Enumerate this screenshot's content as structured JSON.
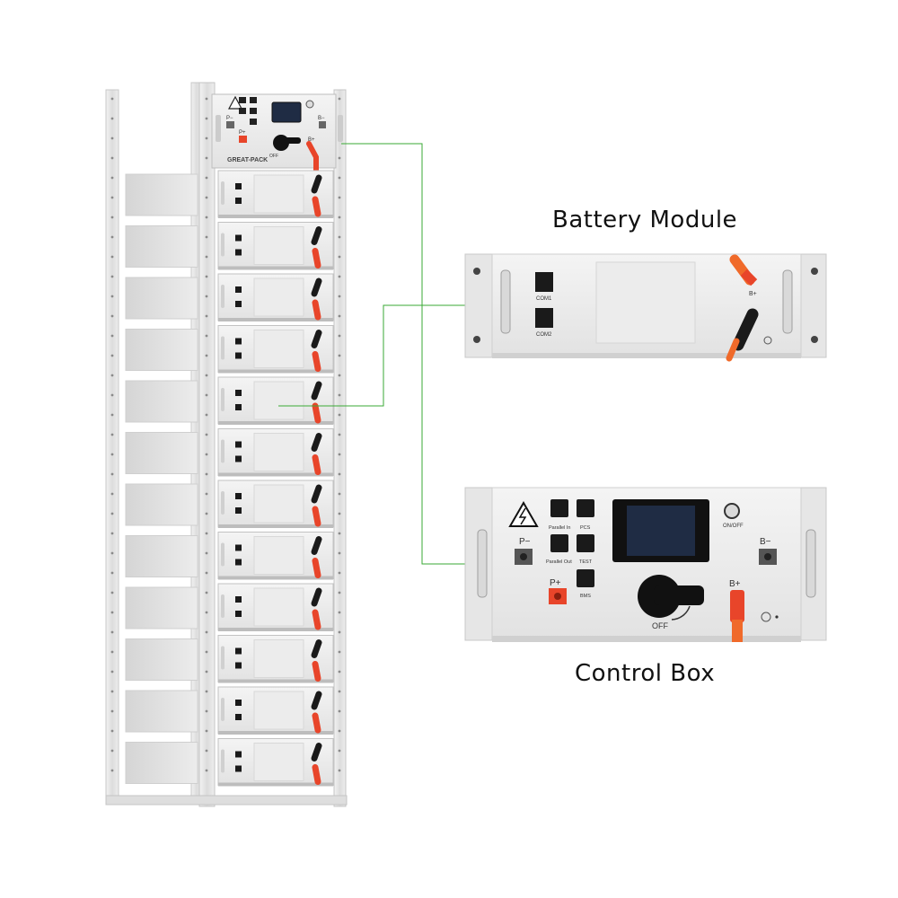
{
  "titles": {
    "battery_module": "Battery Module",
    "control_box": "Control Box"
  },
  "rack": {
    "brand": "GREAT-PACK",
    "labels": {
      "p_minus": "P−",
      "p_plus": "P+",
      "b_minus": "B−",
      "b_plus": "B+",
      "off": "OFF"
    },
    "module_count": 12
  },
  "battery_module_detail": {
    "ports": [
      "COM1",
      "COM2"
    ],
    "terminal": "B+"
  },
  "control_box_detail": {
    "ports": [
      "Parallel In",
      "PCS",
      "Parallel Out",
      "TEST",
      "BMS"
    ],
    "switch_label": "ON/OFF",
    "p_minus": "P−",
    "p_plus": "P+",
    "b_minus": "B−",
    "b_plus": "B+",
    "breaker_state": "OFF"
  },
  "colors": {
    "callout_line": "#3aaa35",
    "terminal_red": "#e8452a",
    "cable_orange": "#f06a2a",
    "frame": "#e3e3e3",
    "display": "#1f2c44"
  }
}
